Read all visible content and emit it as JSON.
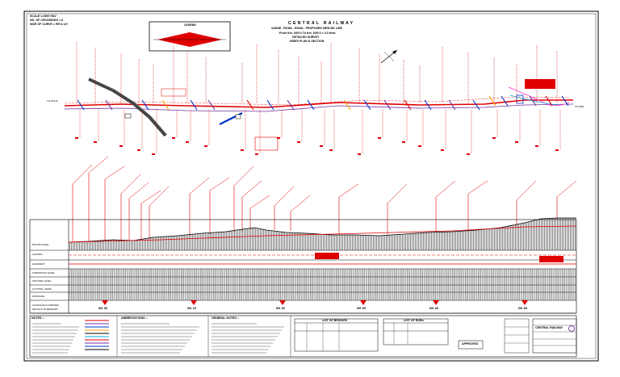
{
  "drawing": {
    "scale_block": [
      "SCALE 1:2500 H&V",
      "NO. OF CROSSINGS = 8",
      "SIDE OF CURVE = RH & LH"
    ],
    "title_block": {
      "line1": "CENTRAL RAILWAY",
      "line2": "VADSE - ROHA - ROHA - PROPOSED NEW BG LINE",
      "line3": "From Km. 0/00.0 To Km. 0/00.0 = 0.0 Kms",
      "line4": "DETAILED SURVEY",
      "line5": "INDEX PLAN & SECTION"
    },
    "legend_box_label": "LEGEND",
    "left_cut_label": "TO ROHA",
    "right_cut_label": "TO PEN",
    "profile_rows": [
      "DATUM LEVEL",
      "CURVES",
      "GRADIENT",
      "FORMATION LEVEL",
      "GROUND LEVEL",
      "CUTTING / BANK",
      "DISTANCE",
      "CHAINAGE IN METRES",
      "DETAILS OF BRIDGES"
    ],
    "chainage_labels": [
      "KM. 0/0",
      "KM. 1/0",
      "KM. 2/0",
      "KM. 3/0",
      "KM. 4/0",
      "KM. 5/0"
    ],
    "bottom_tables": {
      "notes_title": "NOTES :-",
      "abbreviations_title": "ABBREVIATIONS :-",
      "general_notes_title": "GENERAL NOTES :-",
      "bridge_list_title": "LIST OF BRIDGES",
      "rob_list_title": "LIST OF ROBs",
      "approval_box_label": "APPROVED",
      "company_name": "CENTRAL RAILWAY"
    }
  },
  "colors": {
    "alignment": "#e00000",
    "sidings": "#7030a0",
    "ground": "#000000",
    "hatch": "#000000",
    "crossing": "#0033cc",
    "annotation": "#e00000"
  }
}
